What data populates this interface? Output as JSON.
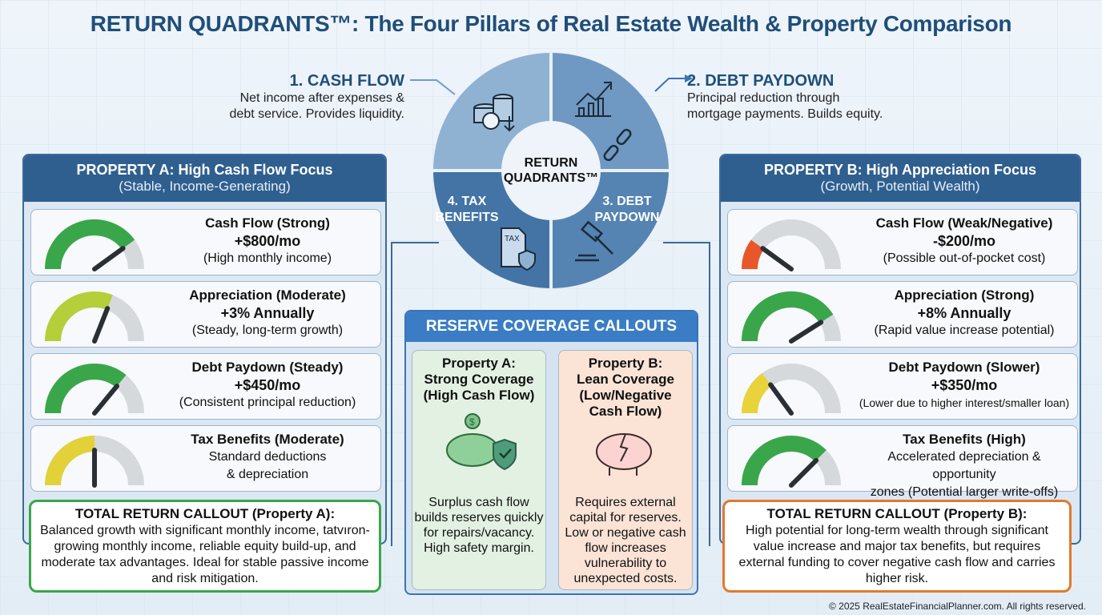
{
  "title": "RETURN QUADRANTS™: The Four Pillars of Real Estate Wealth & Property Comparison",
  "pillars": {
    "cash_flow": {
      "title": "1. CASH FLOW",
      "desc1": "Net income after expenses &",
      "desc2": "debt service. Provides liquidity."
    },
    "debt_paydown": {
      "title": "2. DEBT PAYDOWN",
      "desc1": "Principal reduction through",
      "desc2": "mortgage payments. Builds equity."
    }
  },
  "wheel": {
    "center1": "RETURN",
    "center2": "QUADRANTS™",
    "q3a": "3. DEBT",
    "q3b": "PAYDOWN",
    "q4a": "4. TAX",
    "q4b": "BENEFITS",
    "tax_icon_label": "TAX"
  },
  "property_a": {
    "title": "PROPERTY A: High Cash Flow Focus",
    "subtitle": "(Stable, Income-Generating)",
    "metrics": [
      {
        "label": "Cash Flow (Strong)",
        "value": "+$800/mo",
        "desc": "(High monthly income)",
        "level": 0.8,
        "color": "#3aa64a"
      },
      {
        "label": "Appreciation (Moderate)",
        "value": "+3% Annually",
        "desc": "(Steady, long-term growth)",
        "level": 0.62,
        "color": "#b4cf3a"
      },
      {
        "label": "Debt Paydown (Steady)",
        "value": "+$450/mo",
        "desc": "(Consistent principal reduction)",
        "level": 0.72,
        "color": "#3aa64a"
      },
      {
        "label": "Tax Benefits (Moderate)",
        "value": "Standard deductions",
        "desc": "& depreciation",
        "level": 0.5,
        "color": "#e3d13a"
      }
    ],
    "total_title": "TOTAL RETURN CALLOUT (Property A):",
    "total_text": "Balanced growth with significant monthly income, tatvıron-growing monthly income, reliable equity build-up, and moderate tax advantages. Ideal for stable passive income and risk mitigation.",
    "accent": "#3aa64a"
  },
  "property_b": {
    "title": "PROPERTY B: High Appreciation Focus",
    "subtitle": "(Growth, Potential Wealth)",
    "metrics": [
      {
        "label": "Cash Flow (Weak/Negative)",
        "value": "-$200/mo",
        "desc": "(Possible out-of-pocket cost)",
        "level": 0.2,
        "color": "#e8562a"
      },
      {
        "label": "Appreciation (Strong)",
        "value": "+8% Annually",
        "desc": "(Rapid value increase potential)",
        "level": 0.82,
        "color": "#3aa64a"
      },
      {
        "label": "Debt Paydown (Slower)",
        "value": "+$350/mo",
        "desc": "(Lower due to higher interest/smaller loan)",
        "level": 0.3,
        "color": "#e8d33a"
      },
      {
        "label": "Tax Benefits (High)",
        "value": "Accelerated depreciation & opportunity",
        "desc": "zones (Potential larger write-offs)",
        "level": 0.75,
        "color": "#3aa64a"
      }
    ],
    "total_title": "TOTAL RETURN CALLOUT (Property B):",
    "total_text": "High potential for long-term wealth through significant value increase and major tax benefits, but requires external funding to cover negative cash flow and carries higher risk.",
    "accent": "#e07a2e"
  },
  "reserve": {
    "title": "RESERVE COVERAGE CALLOUTS",
    "a": {
      "h1": "Property A:",
      "h2": "Strong Coverage",
      "h3": "(High Cash Flow)",
      "text": "Surplus cash flow builds reserves quickly for repairs/vacancy. High safety margin."
    },
    "b": {
      "h1": "Property B:",
      "h2": "Lean Coverage",
      "h3": "(Low/Negative",
      "h4": "Cash Flow)",
      "text": "Requires external capital for reserves. Low or negative cash flow increases vulnerability to unexpected costs."
    }
  },
  "footer": "© 2025 RealEstateFinancialPlanner.com. All rights reserved."
}
